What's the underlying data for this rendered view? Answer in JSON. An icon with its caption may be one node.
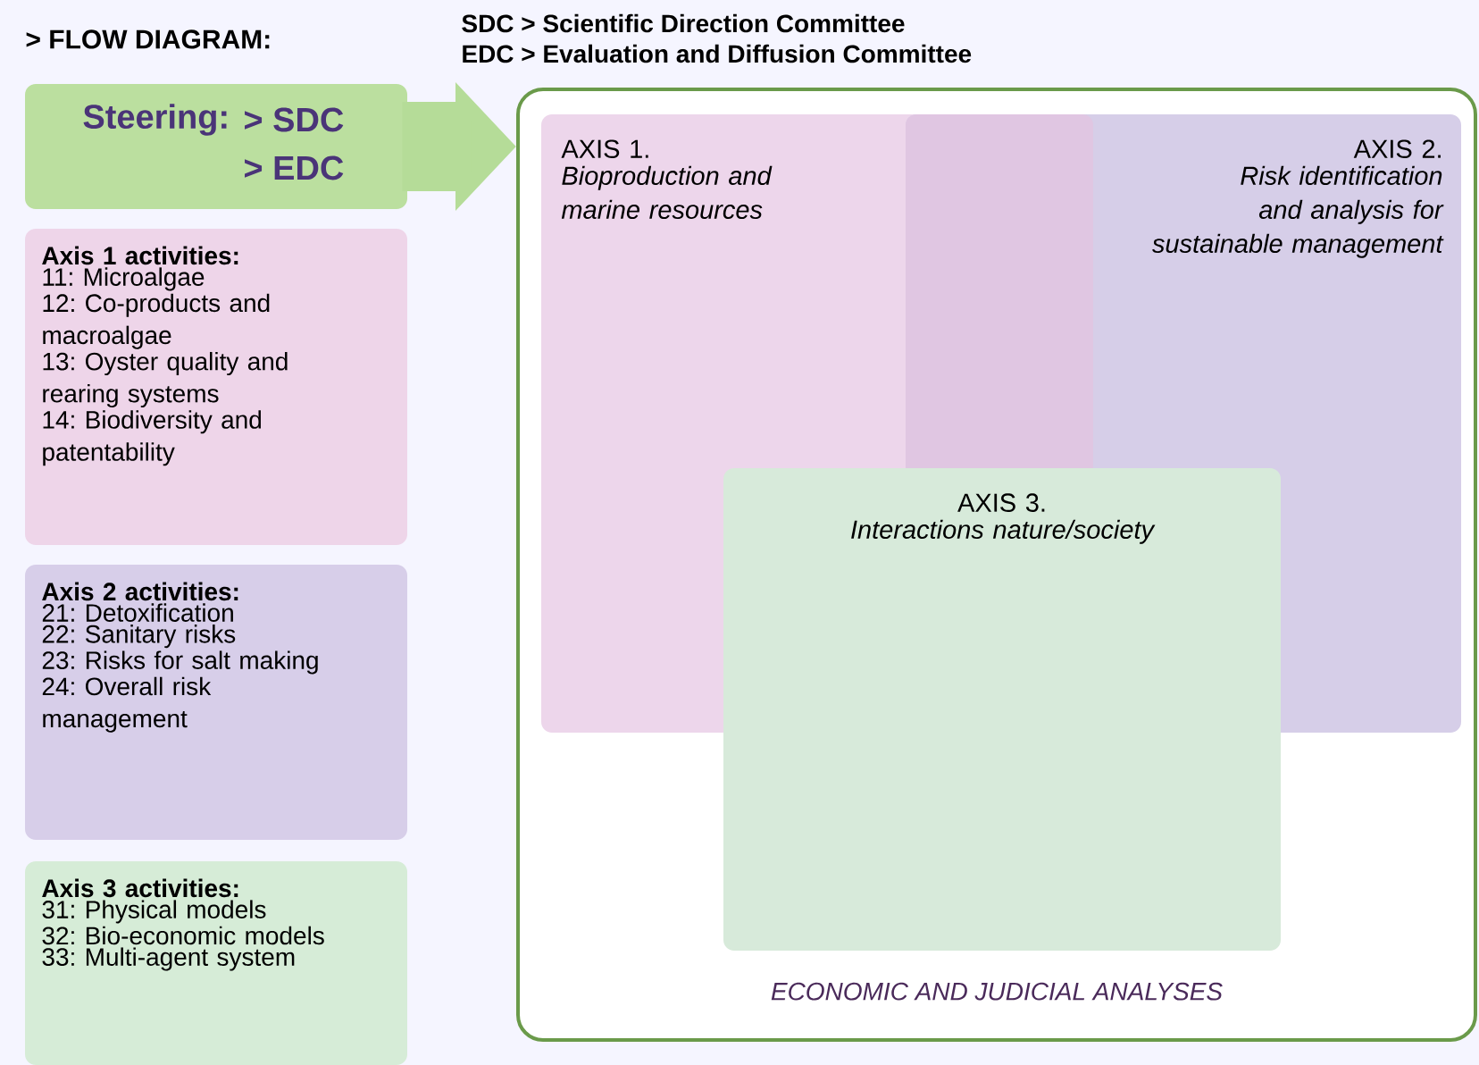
{
  "diagram": {
    "title": "> FLOW DIAGRAM:",
    "nodes": [
      {
        "text": [
          "Steering:",
          "> SDC",
          "> EDC"
        ]
      },
      {
        "text": [
          "Axis 1 activities:",
          "11: Microalgae",
          "12: Co-products and macroalgae",
          "13: Oyster quality and rearing systems",
          "14: Biodiversity and patentability"
        ]
      },
      {
        "text": [
          "Axis 2 activities:",
          "21: Detoxification",
          "22: Sanitary risks",
          "23: Risks for salt making",
          "24: Overall risk management"
        ]
      },
      {
        "text": [
          "Axis 3 activities:",
          "31: Physical models",
          "32: Bio-economic models",
          "33: Multi-agent system"
        ]
      },
      {
        "text": [
          "ECONOMIC AND JUDICIAL ANALYSES"
        ]
      },
      {
        "text": [
          "AXIS 1.",
          "Bioproduction and marine resources"
        ],
        "in": 4
      },
      {
        "text": [
          "AXIS 2.",
          "Risk identification and analysis for sustainable management"
        ],
        "in": 4
      },
      {
        "text": [
          "AXIS 3.",
          "Interactions nature/society"
        ],
        "in": 4
      }
    ],
    "edges": [
      {
        "from": 0,
        "to": 4,
        "arrow": "to"
      }
    ],
    "labels": [
      "SDC > Scientific Direction Committee",
      "EDC > Evaluation and Diffusion Committee"
    ]
  }
}
